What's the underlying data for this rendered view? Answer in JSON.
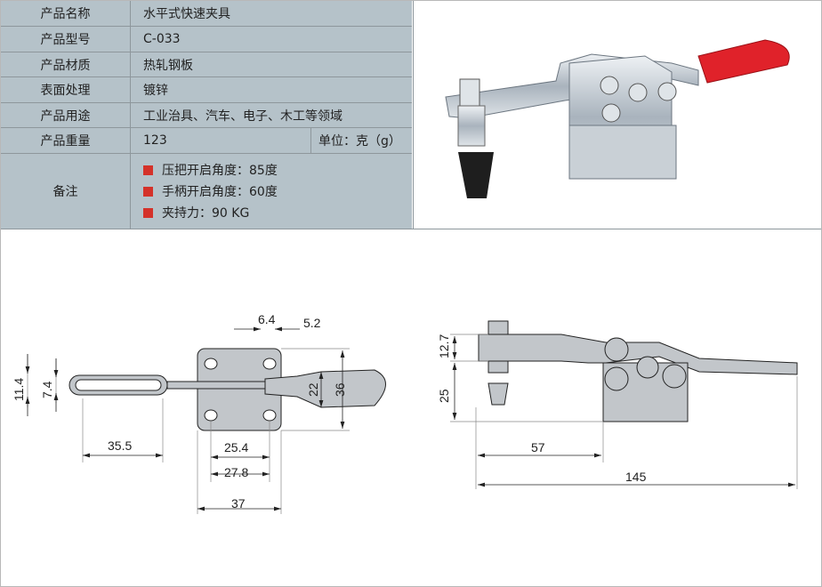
{
  "spec": {
    "rows": [
      {
        "label": "产品名称",
        "value": "水平式快速夹具"
      },
      {
        "label": "产品型号",
        "value": "C-033"
      },
      {
        "label": "产品材质",
        "value": "热轧钢板"
      },
      {
        "label": "表面处理",
        "value": "镀锌"
      },
      {
        "label": "产品用途",
        "value": "工业治具、汽车、电子、木工等领域"
      },
      {
        "label": "产品重量",
        "value": "123",
        "unit": "单位：克（g）"
      }
    ],
    "notes_label": "备注",
    "notes": [
      "压把开启角度：85度",
      "手柄开启角度：60度",
      "夹持力：90 KG"
    ]
  },
  "colors": {
    "table_bg": "#b5c2c9",
    "bullet": "#d4322a",
    "handle": "#e0222a"
  },
  "top_view": {
    "dims": [
      "6.4",
      "5.2",
      "11.4",
      "7.4",
      "22",
      "36",
      "35.5",
      "25.4",
      "27.8",
      "37"
    ]
  },
  "side_view": {
    "dims": [
      "12.7",
      "25",
      "57",
      "145"
    ]
  }
}
